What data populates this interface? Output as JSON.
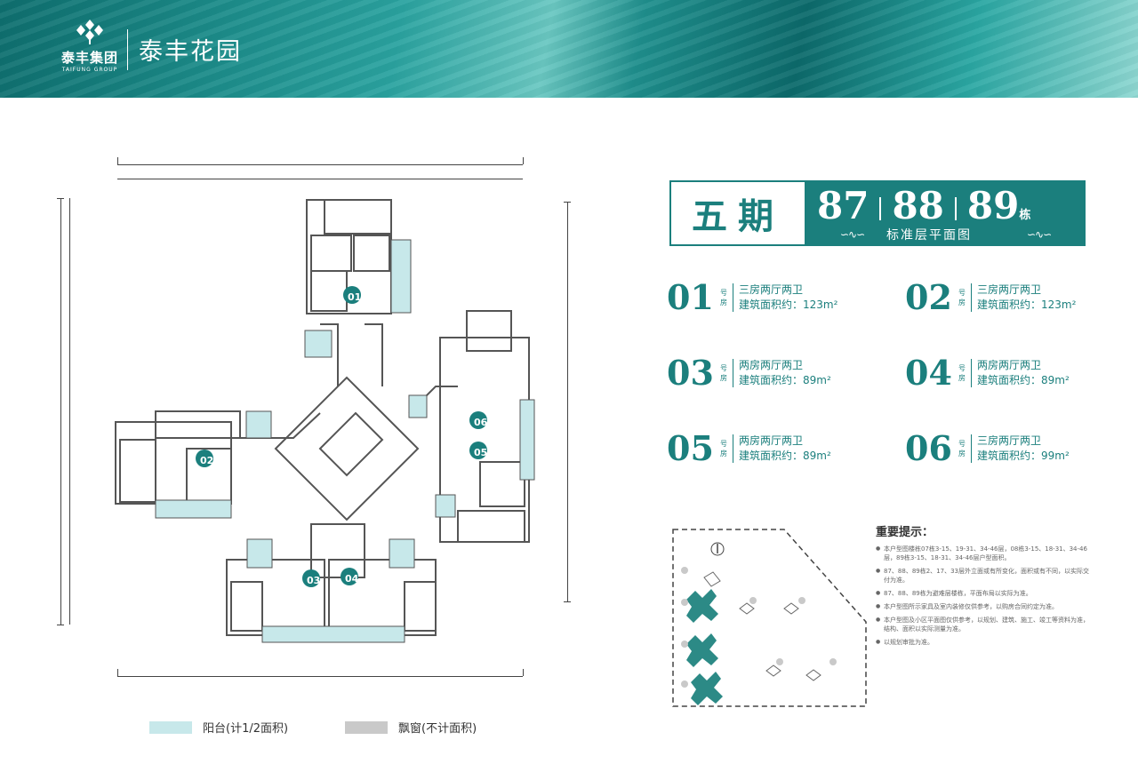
{
  "header": {
    "logo_text": "泰丰集团",
    "logo_sub": "TAIFUNG GROUP",
    "project_name": "泰丰花园"
  },
  "colors": {
    "brand": "#1b7f7d",
    "balcony": "#c7e8ea",
    "bay_window": "#c9c9c9"
  },
  "title": {
    "phase": "五期",
    "buildings": [
      "87",
      "88",
      "89"
    ],
    "building_unit": "栋",
    "plan_title": "标准层平面图"
  },
  "units": [
    {
      "num": "01",
      "hao": [
        "号",
        "房"
      ],
      "layout": "三房两厅两卫",
      "area": "建筑面积约：123m²"
    },
    {
      "num": "02",
      "hao": [
        "号",
        "房"
      ],
      "layout": "三房两厅两卫",
      "area": "建筑面积约：123m²"
    },
    {
      "num": "03",
      "hao": [
        "号",
        "房"
      ],
      "layout": "两房两厅两卫",
      "area": "建筑面积约：89m²"
    },
    {
      "num": "04",
      "hao": [
        "号",
        "房"
      ],
      "layout": "两房两厅两卫",
      "area": "建筑面积约：89m²"
    },
    {
      "num": "05",
      "hao": [
        "号",
        "房"
      ],
      "layout": "两房两厅两卫",
      "area": "建筑面积约：89m²"
    },
    {
      "num": "06",
      "hao": [
        "号",
        "房"
      ],
      "layout": "三房两厅两卫",
      "area": "建筑面积约：99m²"
    }
  ],
  "plan_labels": [
    "01",
    "02",
    "03",
    "04",
    "05",
    "06"
  ],
  "notes": {
    "title": "重要提示：",
    "items": [
      "本户型图楼栋07栋3-15、19-31、34-46层，08栋3-15、18-31、34-46层，89栋3-15、18-31、34-46层户型面积。",
      "87、88、89栋2、17、33层外立面或有所变化，面积或有不同，以实际交付为准。",
      "87、88、89栋为避难层楼栋，平面布局以实际为准。",
      "本户型图所示家具及室内装修仅供参考，以购房合同约定为准。",
      "本户型图及小区平面图仅供参考，以规划、建筑、施工、竣工等资料为准，结构、面积以实际测量为准。",
      "以规划审批为准。"
    ]
  },
  "legend": [
    {
      "label": "阳台(计1/2面积)",
      "color": "#c7e8ea"
    },
    {
      "label": "飘窗(不计面积)",
      "color": "#c9c9c9"
    }
  ]
}
